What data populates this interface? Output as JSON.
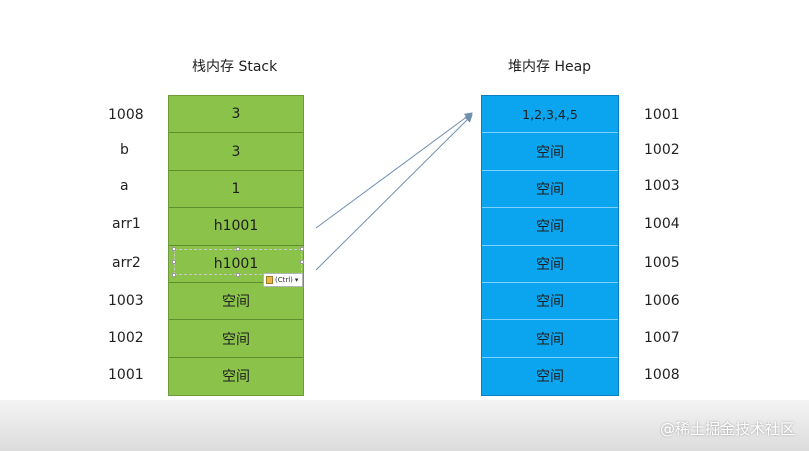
{
  "stack": {
    "title": "栈内存 Stack",
    "rows": [
      {
        "label": "1008",
        "value": "3"
      },
      {
        "label": "b",
        "value": "3"
      },
      {
        "label": "a",
        "value": "1"
      },
      {
        "label": "arr1",
        "value": "h1001"
      },
      {
        "label": "arr2",
        "value": "h1001"
      },
      {
        "label": "1003",
        "value": "空间"
      },
      {
        "label": "1002",
        "value": "空间"
      },
      {
        "label": "1001",
        "value": "空间"
      }
    ]
  },
  "heap": {
    "title": "堆内存 Heap",
    "rows": [
      {
        "label": "1001",
        "value": "1,2,3,4,5"
      },
      {
        "label": "1002",
        "value": "空间"
      },
      {
        "label": "1003",
        "value": "空间"
      },
      {
        "label": "1004",
        "value": "空间"
      },
      {
        "label": "1005",
        "value": "空间"
      },
      {
        "label": "1006",
        "value": "空间"
      },
      {
        "label": "1007",
        "value": "空间"
      },
      {
        "label": "1008",
        "value": "空间"
      }
    ]
  },
  "paste_options": {
    "label": "(Ctrl)"
  },
  "watermark": "@稀土掘金技术社区",
  "colors": {
    "stack_fill": "#8bc34a",
    "heap_fill": "#0aa5ee",
    "arrow": "#6f8fb0"
  }
}
